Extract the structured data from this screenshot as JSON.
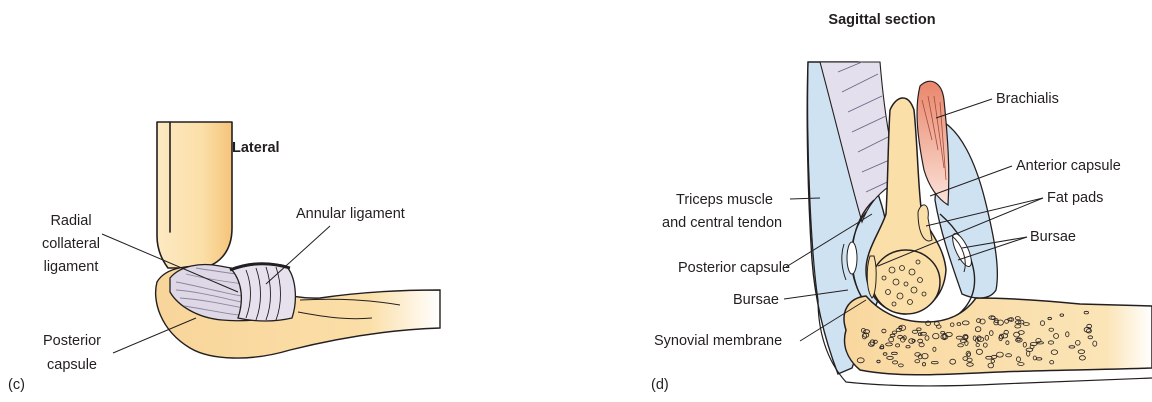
{
  "panel_c": {
    "title": "Lateral",
    "tag": "(c)",
    "labels": {
      "radial_collateral": [
        "Radial",
        "collateral",
        "ligament"
      ],
      "annular": "Annular ligament",
      "posterior_capsule": [
        "Posterior",
        "capsule"
      ]
    }
  },
  "panel_d": {
    "title": "Sagittal section",
    "tag": "(d)",
    "labels": {
      "brachialis": "Brachialis",
      "anterior_capsule": "Anterior capsule",
      "fat_pads": "Fat pads",
      "bursae_right": "Bursae",
      "triceps": [
        "Triceps muscle",
        "and central tendon"
      ],
      "posterior_capsule": "Posterior capsule",
      "bursae_left": "Bursae",
      "synovial_membrane": "Synovial membrane"
    }
  },
  "colors": {
    "bone": "#fbdfa8",
    "bone_dark": "#f5c47a",
    "ligament": "#ddd7e6",
    "ligament_lines": "#8e86a0",
    "triceps": "#cfe2f1",
    "muscle_striped": "#e4dfec",
    "brachialis": "#e9866b",
    "ink": "#231f20"
  }
}
